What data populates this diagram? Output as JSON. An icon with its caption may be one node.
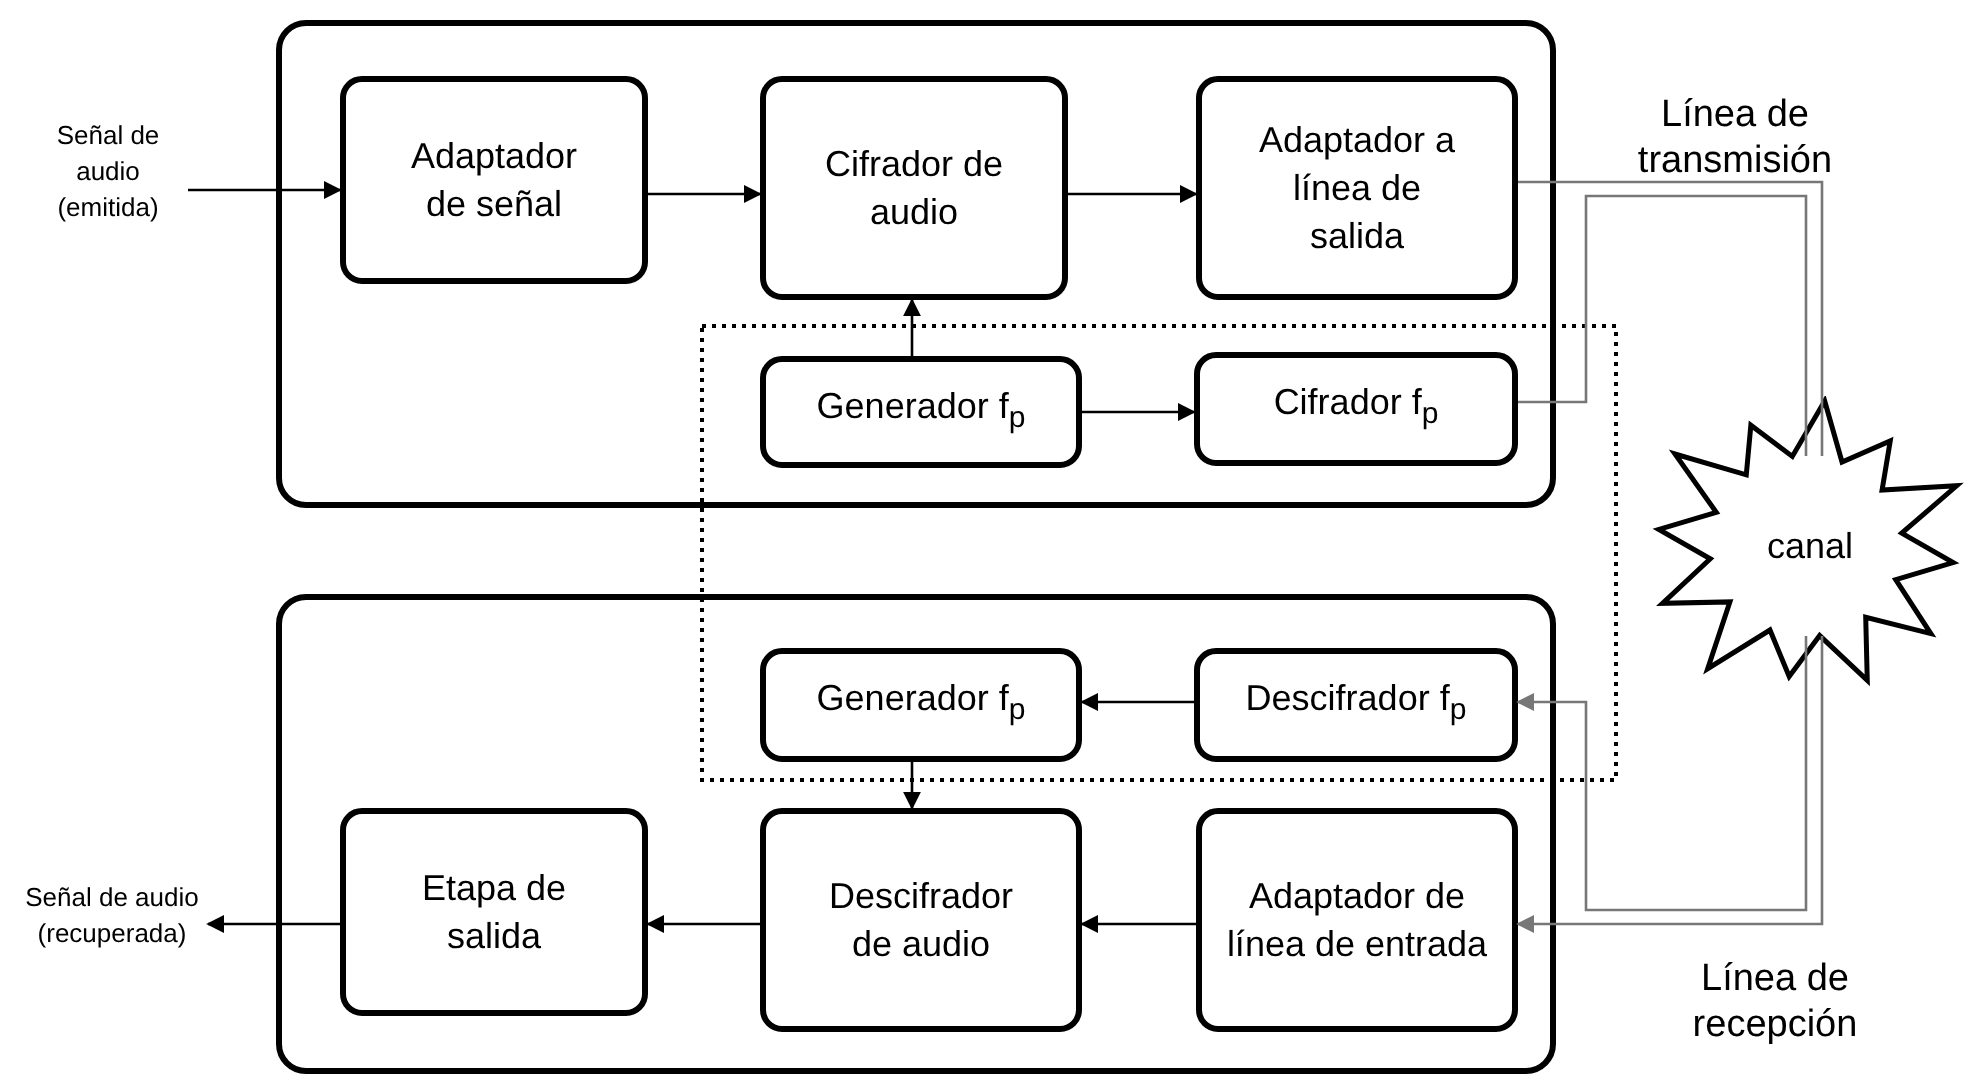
{
  "diagram": {
    "nodes": [
      {
        "text": [],
        "shape": "box"
      },
      {
        "text": [
          "Adaptador de señal"
        ],
        "in": 0
      },
      {
        "text": [
          "Cifrador de audio"
        ],
        "in": 0
      },
      {
        "text": [
          "Adaptador a línea de salida"
        ],
        "in": 0
      },
      {
        "text": [
          "Generador f$_{p}$"
        ],
        "in": 0
      },
      {
        "text": [
          "Cifrador f$_{p}$"
        ],
        "in": 0
      },
      {
        "text": [],
        "shape": "box"
      },
      {
        "text": [
          "Generador f$_{p}$"
        ],
        "in": 6
      },
      {
        "text": [
          "Descifrador f$_{p}$"
        ],
        "in": 6
      },
      {
        "text": [
          "Etapa de salida"
        ],
        "in": 6
      },
      {
        "text": [
          "Descifrador de audio"
        ],
        "in": 6
      },
      {
        "text": [
          "Adaptador de línea de entrada"
        ],
        "in": 6
      },
      {
        "text": [
          "canal"
        ]
      },
      {
        "text": [
          "Señal de audio (emitida)"
        ]
      },
      {
        "text": [
          "Señal de audio (recuperada)"
        ]
      }
    ],
    "edges": [
      {
        "from": 13,
        "to": 1,
        "arrow": "to"
      },
      {
        "from": 1,
        "to": 2,
        "arrow": "to"
      },
      {
        "from": 2,
        "to": 3,
        "arrow": "to"
      },
      {
        "from": 4,
        "to": 2,
        "arrow": "to"
      },
      {
        "from": 4,
        "to": 5,
        "arrow": "to"
      },
      {
        "from": 3,
        "to": 12,
        "arrow": "none",
        "color": "#777777"
      },
      {
        "from": 5,
        "to": 12,
        "arrow": "none",
        "color": "#777777"
      },
      {
        "from": 12,
        "to": 8,
        "arrow": "to",
        "color": "#777777"
      },
      {
        "from": 12,
        "to": 11,
        "arrow": "to",
        "color": "#777777"
      },
      {
        "from": 8,
        "to": 7,
        "arrow": "to"
      },
      {
        "from": 7,
        "to": 10,
        "arrow": "to"
      },
      {
        "from": 11,
        "to": 10,
        "arrow": "to"
      },
      {
        "from": 10,
        "to": 9,
        "arrow": "to"
      },
      {
        "from": 9,
        "to": 14,
        "arrow": "to"
      }
    ],
    "labels": [
      "Línea de transmisión",
      "Línea de recepción"
    ]
  }
}
